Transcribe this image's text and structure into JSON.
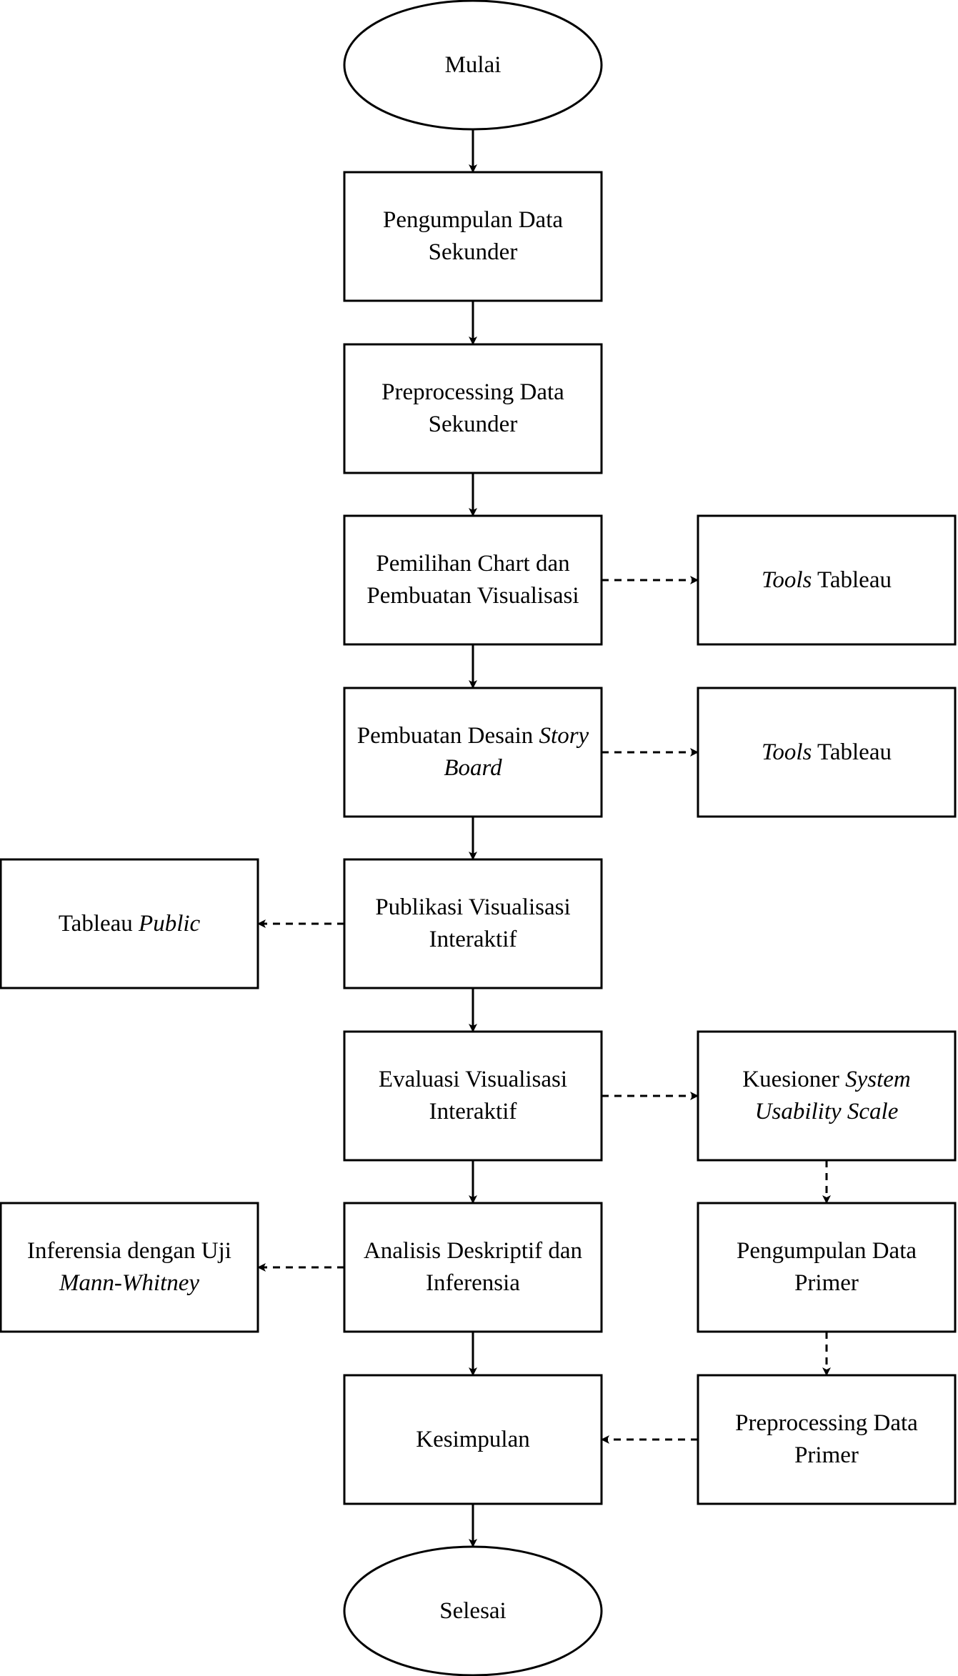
{
  "nodes": {
    "start": {
      "text": "Mulai"
    },
    "secondary_collection": {
      "lines": [
        "Pengumpulan Data",
        "Sekunder"
      ]
    },
    "secondary_preprocessing": {
      "lines": [
        "Preprocessing Data",
        "Sekunder"
      ]
    },
    "chart_selection": {
      "lines": [
        "Pemilihan Chart dan",
        "Pembuatan Visualisasi"
      ]
    },
    "tools_tableau_1": {
      "text_italic": "Tools",
      "text": "Tableau"
    },
    "storyboard": {
      "line1": "Pembuatan Desain",
      "line1_italic": "Story",
      "line2_italic": "Board"
    },
    "tools_tableau_2": {
      "text_italic": "Tools",
      "text": "Tableau"
    },
    "publication": {
      "lines": [
        "Publikasi Visualisasi",
        "Interaktif"
      ]
    },
    "tableau_public": {
      "text": "Tableau",
      "text_italic": "Public"
    },
    "evaluation": {
      "lines": [
        "Evaluasi Visualisasi",
        "Interaktif"
      ]
    },
    "sus_questionnaire": {
      "line1": "Kuesioner",
      "line1_italic": "System",
      "line2_italic": "Usability Scale"
    },
    "analysis": {
      "lines": [
        "Analisis Deskriptif dan",
        "Inferensia"
      ]
    },
    "mann_whitney": {
      "line1": "Inferensia dengan Uji",
      "line2_italic": "Mann-Whitney"
    },
    "primary_collection": {
      "lines": [
        "Pengumpulan Data",
        "Primer"
      ]
    },
    "conclusion": {
      "text": "Kesimpulan"
    },
    "primary_preprocessing": {
      "lines": [
        "Preprocessing Data",
        "Primer"
      ]
    },
    "end": {
      "text": "Selesai"
    }
  },
  "edges": [
    {
      "from": "start",
      "to": "secondary_collection",
      "style": "solid"
    },
    {
      "from": "secondary_collection",
      "to": "secondary_preprocessing",
      "style": "solid"
    },
    {
      "from": "secondary_preprocessing",
      "to": "chart_selection",
      "style": "solid"
    },
    {
      "from": "chart_selection",
      "to": "tools_tableau_1",
      "style": "dashed"
    },
    {
      "from": "chart_selection",
      "to": "storyboard",
      "style": "solid"
    },
    {
      "from": "storyboard",
      "to": "tools_tableau_2",
      "style": "dashed"
    },
    {
      "from": "storyboard",
      "to": "publication",
      "style": "solid"
    },
    {
      "from": "publication",
      "to": "tableau_public",
      "style": "dashed"
    },
    {
      "from": "publication",
      "to": "evaluation",
      "style": "solid"
    },
    {
      "from": "evaluation",
      "to": "sus_questionnaire",
      "style": "dashed"
    },
    {
      "from": "evaluation",
      "to": "analysis",
      "style": "solid"
    },
    {
      "from": "sus_questionnaire",
      "to": "primary_collection",
      "style": "dashed"
    },
    {
      "from": "analysis",
      "to": "mann_whitney",
      "style": "dashed"
    },
    {
      "from": "analysis",
      "to": "conclusion",
      "style": "solid"
    },
    {
      "from": "primary_collection",
      "to": "primary_preprocessing",
      "style": "dashed"
    },
    {
      "from": "primary_preprocessing",
      "to": "conclusion",
      "style": "dashed"
    },
    {
      "from": "conclusion",
      "to": "end",
      "style": "solid"
    }
  ]
}
